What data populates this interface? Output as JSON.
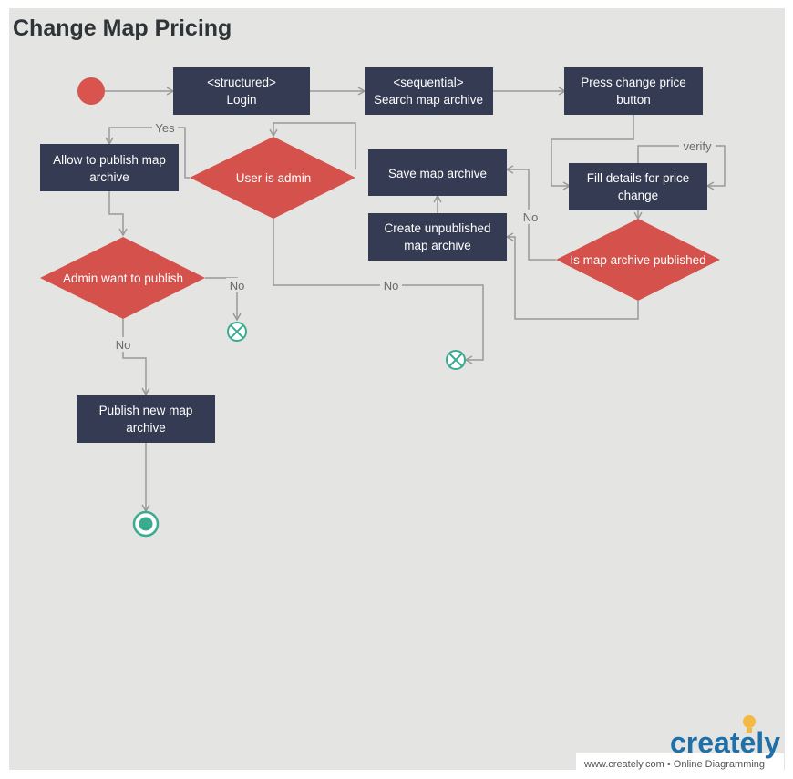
{
  "title": "Change Map Pricing",
  "nodes": {
    "login": {
      "line1": "<structured>",
      "line2": "Login"
    },
    "search": {
      "line1": "<sequential>",
      "line2": "Search map  archive"
    },
    "press_price": {
      "line1": "Press change price",
      "line2": "button"
    },
    "allow_publish": {
      "line1": "Allow to publish map",
      "line2": "archive"
    },
    "user_admin": {
      "label": "User is admin"
    },
    "save_archive": {
      "label": "Save map archive"
    },
    "fill_details": {
      "line1": "Fill details for price",
      "line2": "change"
    },
    "create_unpublished": {
      "line1": "Create unpublished",
      "line2": "map archive"
    },
    "is_published": {
      "label": "Is map archive published"
    },
    "admin_publish": {
      "label": "Admin want to publish"
    },
    "publish_new": {
      "line1": "Publish new map",
      "line2": "archive"
    }
  },
  "edge_labels": {
    "yes": "Yes",
    "verify": "verify",
    "no_published": "No",
    "no_admin_publish": "No",
    "no_user_admin": "No",
    "no_admin_down": "No"
  },
  "logo": {
    "brand": "creately",
    "footer": "www.creately.com • Online Diagramming"
  },
  "colors": {
    "box": "#343b52",
    "diamond": "#d5524c",
    "start": "#d9534f",
    "end": "#3aaa91",
    "line": "#9a9a9a",
    "canvas": "#e4e4e2"
  }
}
